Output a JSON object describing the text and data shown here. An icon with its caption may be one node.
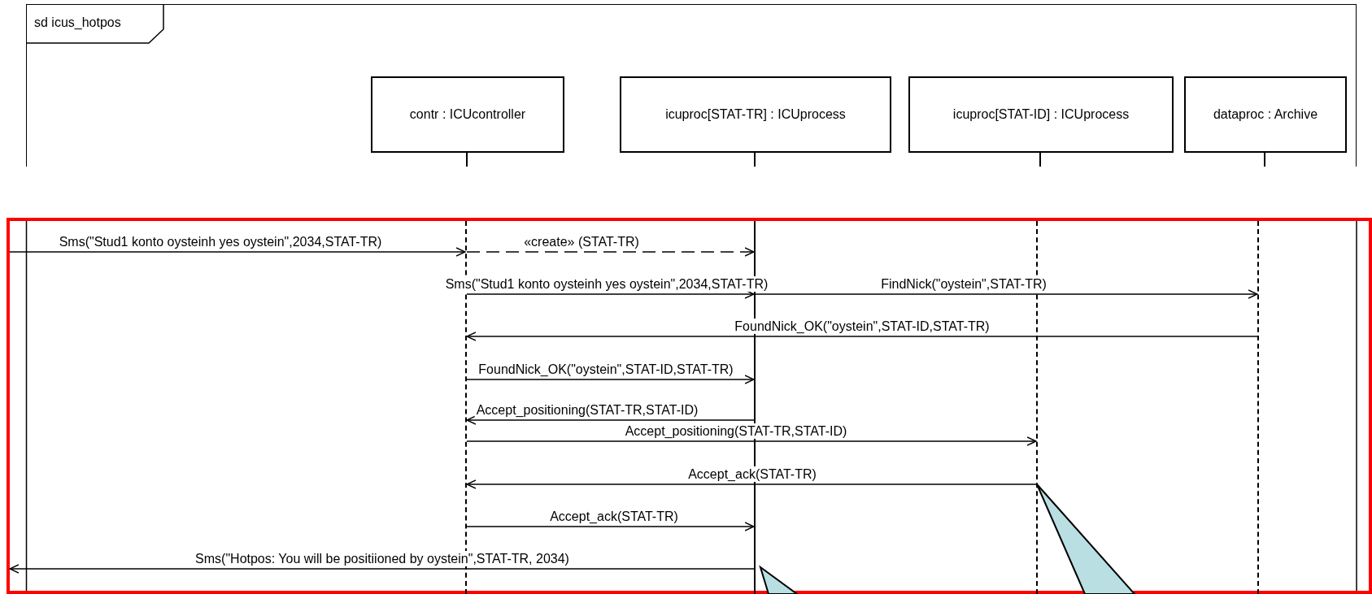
{
  "diagram": {
    "nodes": [
      {
        "text": [
          "sd icus_hotpos"
        ]
      },
      {
        "text": [
          "contr : ICUcontroller"
        ],
        "in": 0
      },
      {
        "text": [
          "icuproc[STAT-TR] : ICUprocess"
        ],
        "in": 0
      },
      {
        "text": [
          "icuproc[STAT-ID] : ICUprocess"
        ],
        "in": 0
      },
      {
        "text": [
          "dataproc : Archive"
        ],
        "in": 0
      },
      {
        "text": [],
        "shape": "line"
      },
      {
        "text": [],
        "shape": "line"
      },
      {
        "text": [],
        "shape": "line"
      },
      {
        "text": [],
        "shape": "line"
      },
      {
        "text": [],
        "shape": "callout"
      },
      {
        "text": [],
        "shape": "callout"
      }
    ],
    "edges": [
      {
        "from": null,
        "to": 5,
        "arrow": "to",
        "label": "Sms(\"Stud1 konto oysteinh yes oystein\",2034,STAT-TR)"
      },
      {
        "from": 5,
        "to": 6,
        "arrow": "to",
        "style": "dashed",
        "label": "«create» (STAT-TR)"
      },
      {
        "from": 5,
        "to": 6,
        "arrow": "to",
        "label": "Sms(\"Stud1 konto oysteinh yes oystein\",2034,STAT-TR)"
      },
      {
        "from": 6,
        "to": 8,
        "arrow": "to",
        "label": "FindNick(\"oystein\",STAT-TR)"
      },
      {
        "from": 8,
        "to": 5,
        "arrow": "to",
        "label": "FoundNick_OK(\"oystein\",STAT-ID,STAT-TR)"
      },
      {
        "from": 5,
        "to": 6,
        "arrow": "to",
        "label": "FoundNick_OK(\"oystein\",STAT-ID,STAT-TR)"
      },
      {
        "from": 6,
        "to": 5,
        "arrow": "to",
        "label": "Accept_positioning(STAT-TR,STAT-ID)"
      },
      {
        "from": 5,
        "to": 7,
        "arrow": "to",
        "label": "Accept_positioning(STAT-TR,STAT-ID)"
      },
      {
        "from": 7,
        "to": 5,
        "arrow": "to",
        "label": "Accept_ack(STAT-TR)"
      },
      {
        "from": 5,
        "to": 6,
        "arrow": "to",
        "label": "Accept_ack(STAT-TR)"
      },
      {
        "from": 6,
        "to": null,
        "arrow": "to",
        "label": "Sms(\"Hotpos: You will be positiioned by oystein\",STAT-TR, 2034)"
      }
    ]
  }
}
